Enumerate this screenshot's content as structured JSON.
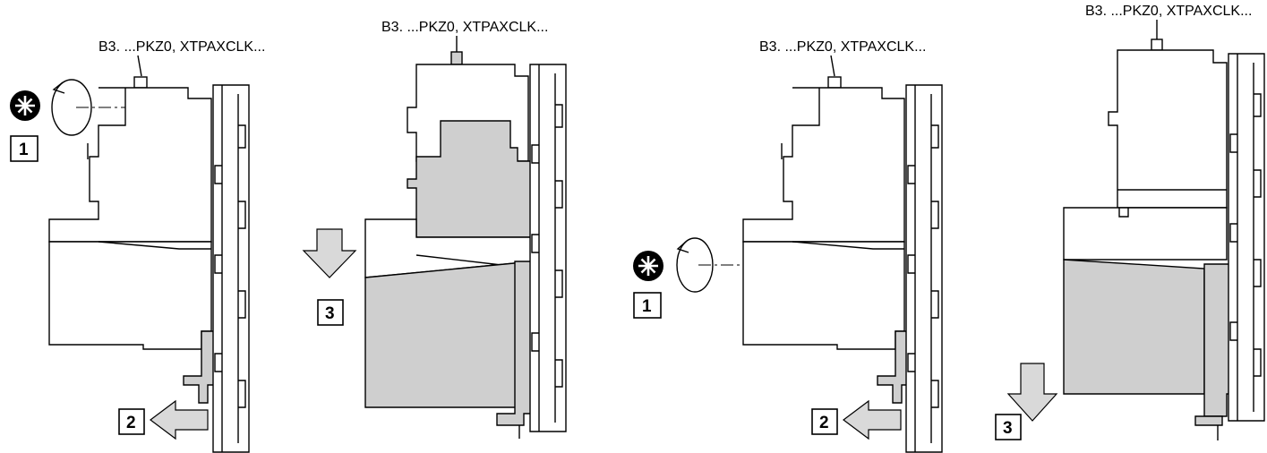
{
  "steps": [
    {
      "label": "B3. ...PKZ0, XTPAXCLK...",
      "badges": [
        "1",
        "2"
      ]
    },
    {
      "label": "B3. ...PKZ0, XTPAXCLK...",
      "badges": [
        "3"
      ]
    },
    {
      "label": "B3. ...PKZ0, XTPAXCLK...",
      "badges": [
        "1",
        "2"
      ]
    },
    {
      "label": "B3. ...PKZ0, XTPAXCLK...",
      "badges": [
        "3"
      ]
    }
  ],
  "icons": {
    "screwdriver": "phillips-screwdriver-icon",
    "rotation": "rotation-arrow-icon",
    "move": "move-arrow-icon"
  },
  "colors": {
    "highlight": "#cfcfcf",
    "line": "#000000",
    "background": "#ffffff"
  }
}
